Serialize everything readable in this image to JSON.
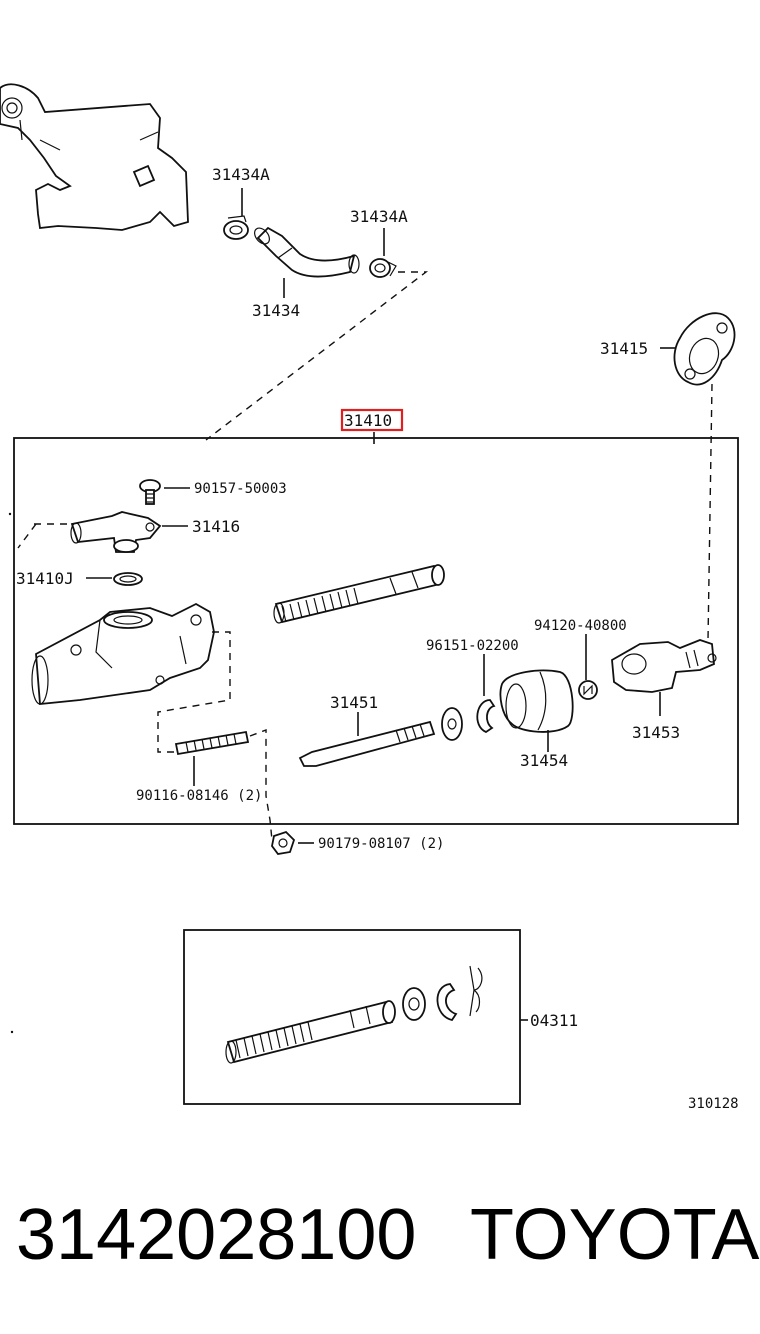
{
  "labels": {
    "l31434A_top": "31434A",
    "l31434A_right": "31434A",
    "l31434": "31434",
    "l31415": "31415",
    "l31410": "31410",
    "l90157": "90157-50003",
    "l31416": "31416",
    "l31410J": "31410J",
    "l94120": "94120-40800",
    "l96151": "96151-02200",
    "l31451": "31451",
    "l31453": "31453",
    "l31454": "31454",
    "l90116": "90116-08146 (2)",
    "l90179": "90179-08107 (2)",
    "l04311": "04311",
    "l310128": "310128"
  },
  "highlight_color": "#e02020",
  "footer": {
    "part_number": "3142028100",
    "brand": "TOYOTA"
  }
}
